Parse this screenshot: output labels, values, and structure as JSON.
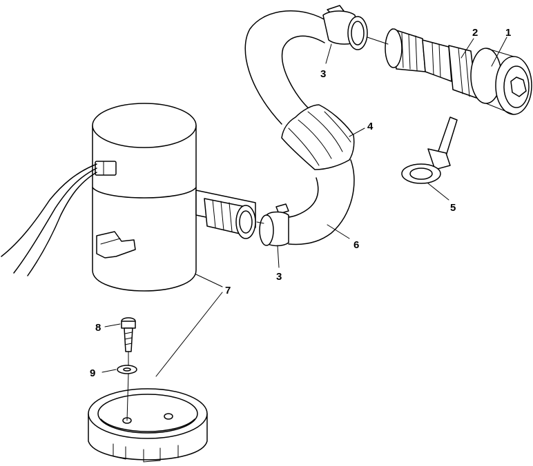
{
  "callouts": {
    "c1": "1",
    "c2": "2",
    "c3a": "3",
    "c3b": "3",
    "c4": "4",
    "c5": "5",
    "c6": "6",
    "c7": "7",
    "c8": "8",
    "c9": "9"
  },
  "colors": {
    "ink": "#000000",
    "paper": "#ffffff"
  }
}
